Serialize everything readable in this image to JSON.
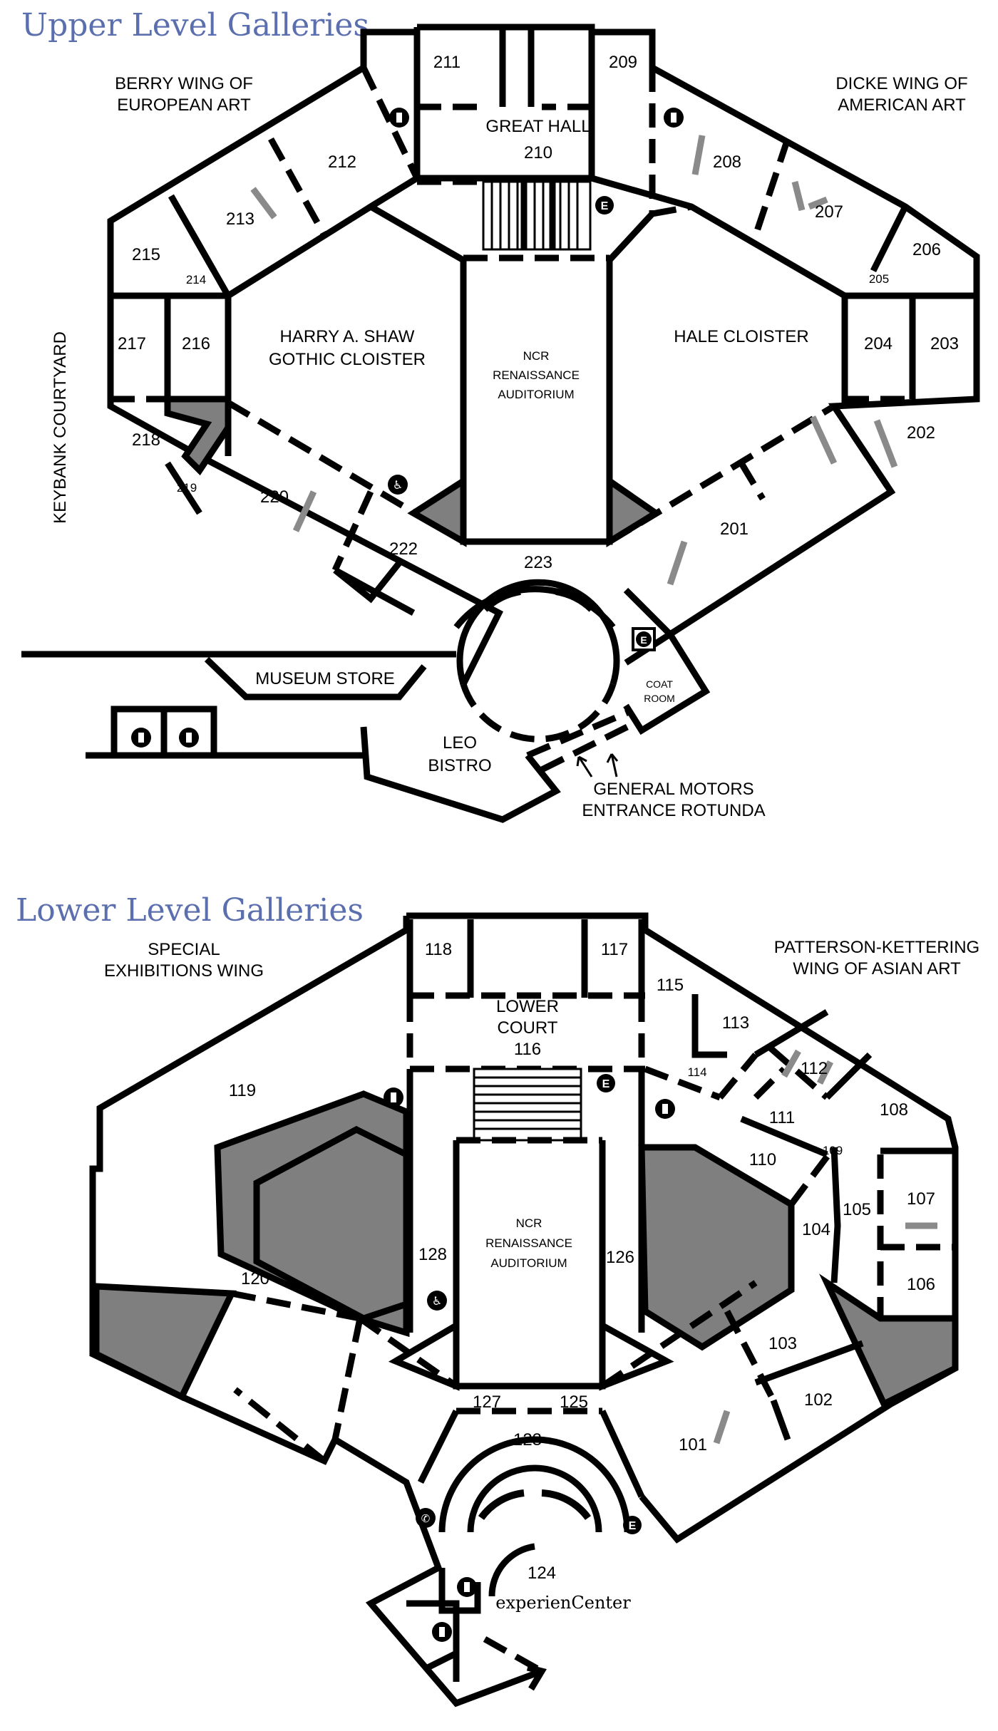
{
  "upper": {
    "title": "Upper Level Galleries",
    "wing_left": [
      "BERRY WING OF",
      "EUROPEAN ART"
    ],
    "wing_right": [
      "DICKE WING OF",
      "AMERICAN ART"
    ],
    "courtyard": "KEYBANK COURTYARD",
    "great_hall": "GREAT HALL",
    "gothic_cloister": [
      "HARRY A. SHAW",
      "GOTHIC CLOISTER"
    ],
    "hale_cloister": "HALE CLOISTER",
    "auditorium": [
      "NCR",
      "RENAISSANCE",
      "AUDITORIUM"
    ],
    "museum_store": "MUSEUM STORE",
    "bistro": [
      "LEO",
      "BISTRO"
    ],
    "coat_room": [
      "COAT",
      "ROOM"
    ],
    "entrance": [
      "GENERAL MOTORS",
      "ENTRANCE ROTUNDA"
    ],
    "rooms": {
      "r211": "211",
      "r209": "209",
      "r210": "210",
      "r212": "212",
      "r213": "213",
      "r208": "208",
      "r207": "207",
      "r215": "215",
      "r214": "214",
      "r206": "206",
      "r205": "205",
      "r217": "217",
      "r216": "216",
      "r204": "204",
      "r203": "203",
      "r218": "218",
      "r202": "202",
      "r219": "219",
      "r220": "220",
      "r201": "201",
      "r222": "222",
      "r223": "223"
    }
  },
  "lower": {
    "title": "Lower Level Galleries",
    "wing_left": [
      "SPECIAL",
      "EXHIBITIONS WING"
    ],
    "wing_right": [
      "PATTERSON-KETTERING",
      "WING OF ASIAN ART"
    ],
    "lower_court": [
      "LOWER",
      "COURT"
    ],
    "auditorium": [
      "NCR",
      "RENAISSANCE",
      "AUDITORIUM"
    ],
    "experience": "experienCenter",
    "rooms": {
      "r118": "118",
      "r117": "117",
      "r115": "115",
      "r116": "116",
      "r113": "113",
      "r114": "114",
      "r112": "112",
      "r119": "119",
      "r111": "111",
      "r108": "108",
      "r110": "110",
      "r109": "109",
      "r105": "105",
      "r107": "107",
      "r104": "104",
      "r128": "128",
      "r126": "126",
      "r106": "106",
      "r120": "120",
      "r103": "103",
      "r127": "127",
      "r125": "125",
      "r102": "102",
      "r123": "123",
      "r101": "101",
      "r124": "124"
    }
  },
  "icons": {
    "restroom": "restroom-icon",
    "elevator": "elevator-icon",
    "accessible": "accessible-icon",
    "phone": "phone-icon",
    "elevator_letter": "E"
  },
  "colors": {
    "title": "#5b6fae",
    "wall": "#000000",
    "shaded": "#7f7f7f",
    "divider": "#8a8a8a"
  }
}
